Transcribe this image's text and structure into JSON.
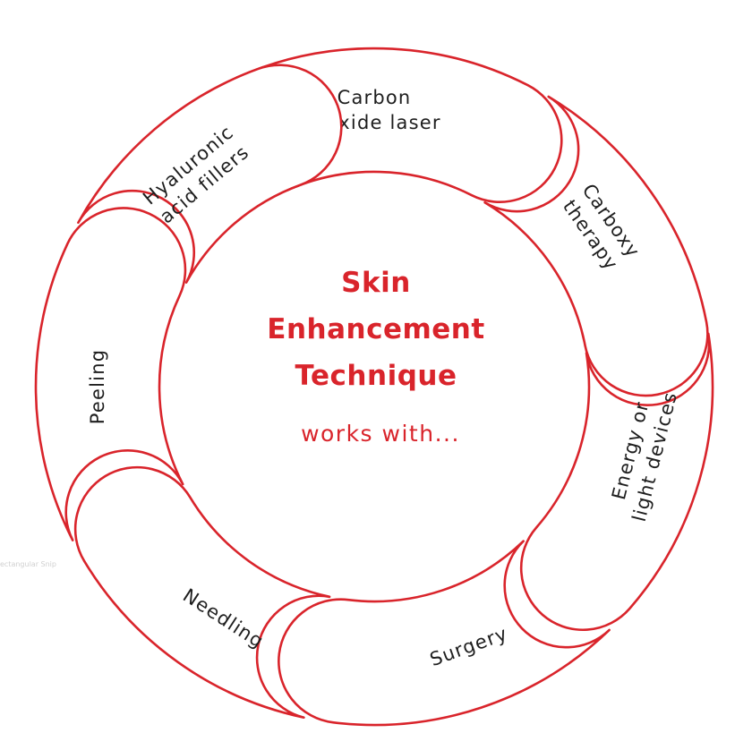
{
  "title_lines": [
    "Skin",
    "Enhancement",
    "Technique"
  ],
  "subtitle": "works with...",
  "ghost_text": "ectangular Snip",
  "accent_color": "#d9242b",
  "segments": [
    {
      "id": "carbon-dioxide-laser",
      "lines": [
        "Carbon",
        "dioxide laser"
      ]
    },
    {
      "id": "carboxy-therapy",
      "lines": [
        "Carboxy",
        "therapy"
      ]
    },
    {
      "id": "energy-or-light-devices",
      "lines": [
        "Energy or",
        "light devices"
      ]
    },
    {
      "id": "surgery",
      "lines": [
        "Surgery"
      ]
    },
    {
      "id": "needling",
      "lines": [
        "Needling"
      ]
    },
    {
      "id": "peeling",
      "lines": [
        "Peeling"
      ]
    },
    {
      "id": "hyaluronic-acid-fillers",
      "lines": [
        "Hyaluronic",
        "acid fillers"
      ]
    }
  ]
}
